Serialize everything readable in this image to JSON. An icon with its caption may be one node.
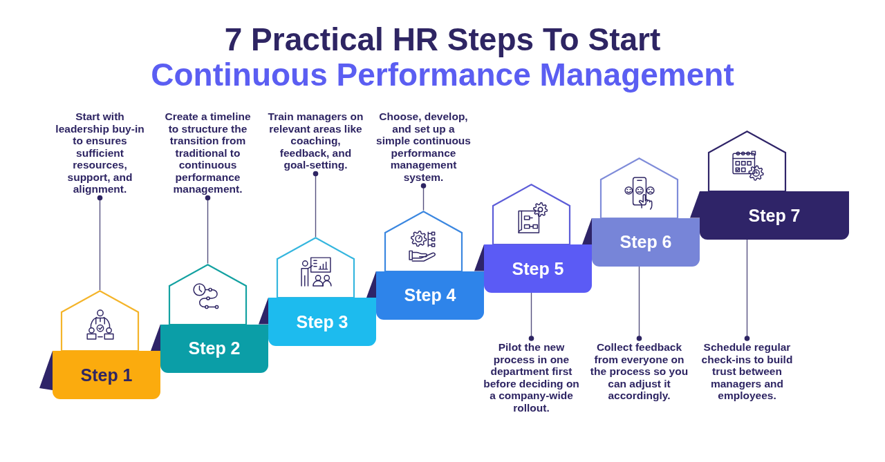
{
  "diagram": {
    "title": "7 Practical HR Steps To Start Continuous Performance Management",
    "nodes": [
      {
        "text": [
          "Start with leadership buy-in to ensures sufficient resources, support, and alignment."
        ]
      },
      {
        "text": [],
        "shape": "house"
      },
      {
        "text": [
          "Step 1"
        ]
      },
      {
        "text": [
          "Create a timeline to structure the transition from traditional to continuous performance management."
        ]
      },
      {
        "text": [],
        "shape": "house"
      },
      {
        "text": [
          "Step 2"
        ]
      },
      {
        "text": [
          "Train managers on relevant areas like coaching, feedback, and goal-setting."
        ]
      },
      {
        "text": [],
        "shape": "house"
      },
      {
        "text": [
          "Step 3"
        ]
      },
      {
        "text": [
          "Choose, develop, and set up a simple continuous performance management system."
        ]
      },
      {
        "text": [],
        "shape": "house"
      },
      {
        "text": [
          "Step 4"
        ]
      },
      {
        "text": [
          "Pilot the new process in one department first before deciding on a company-wide rollout."
        ]
      },
      {
        "text": [],
        "shape": "house"
      },
      {
        "text": [
          "Step 5"
        ]
      },
      {
        "text": [
          "Collect feedback from everyone on the process so you can adjust it accordingly."
        ]
      },
      {
        "text": [],
        "shape": "house"
      },
      {
        "text": [
          "Step 6"
        ]
      },
      {
        "text": [
          "Schedule regular check-ins to build trust between managers and employees."
        ]
      },
      {
        "text": [],
        "shape": "house"
      },
      {
        "text": [
          "Step 7"
        ]
      }
    ],
    "edges": [
      {
        "from": 0,
        "to": 1,
        "arrow": "other"
      },
      {
        "from": 3,
        "to": 4,
        "arrow": "other"
      },
      {
        "from": 6,
        "to": 7,
        "arrow": "other"
      },
      {
        "from": 9,
        "to": 10,
        "arrow": "other"
      },
      {
        "from": 12,
        "to": 14,
        "arrow": "other"
      },
      {
        "from": 15,
        "to": 17,
        "arrow": "other"
      },
      {
        "from": 18,
        "to": 20,
        "arrow": "other"
      }
    ]
  }
}
